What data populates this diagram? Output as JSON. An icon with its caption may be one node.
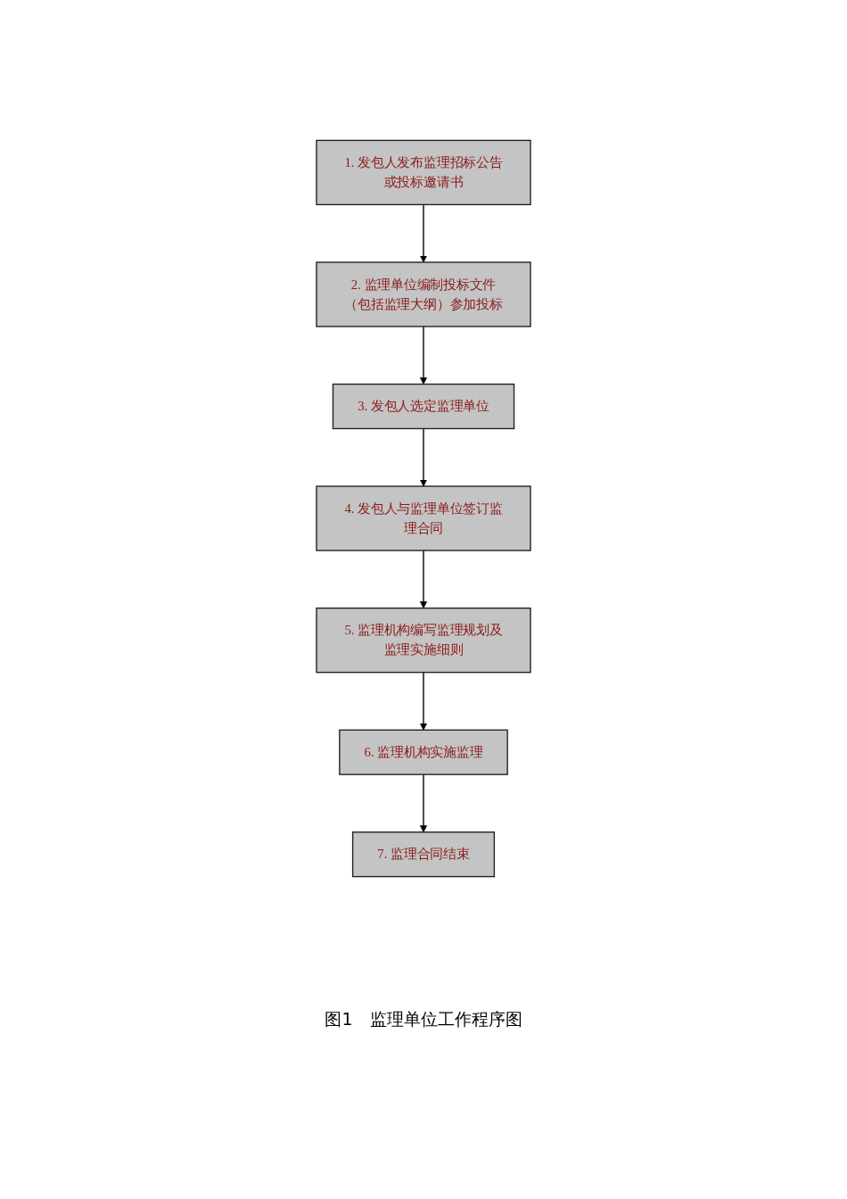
{
  "diagram": {
    "caption": "图1　监理单位工作程序图",
    "nodes": [
      {
        "text": [
          "1. 发包人发布监理招标公告或投标邀请书"
        ]
      },
      {
        "text": [
          "2. 监理单位编制投标文件（包括监理大纲）参加投标"
        ]
      },
      {
        "text": [
          "3. 发包人选定监理单位"
        ]
      },
      {
        "text": [
          "4. 发包人与监理单位签订监理合同"
        ]
      },
      {
        "text": [
          "5. 监理机构编写监理规划及监理实施细则"
        ]
      },
      {
        "text": [
          "6. 监理机构实施监理"
        ]
      },
      {
        "text": [
          "7. 监理合同结束"
        ]
      }
    ],
    "edges": [
      {
        "from": 0,
        "to": 1,
        "arrow": "to"
      },
      {
        "from": 1,
        "to": 2,
        "arrow": "to"
      },
      {
        "from": 2,
        "to": 3,
        "arrow": "to"
      },
      {
        "from": 3,
        "to": 4,
        "arrow": "to"
      },
      {
        "from": 4,
        "to": 5,
        "arrow": "to"
      },
      {
        "from": 5,
        "to": 6,
        "arrow": "to"
      }
    ]
  }
}
